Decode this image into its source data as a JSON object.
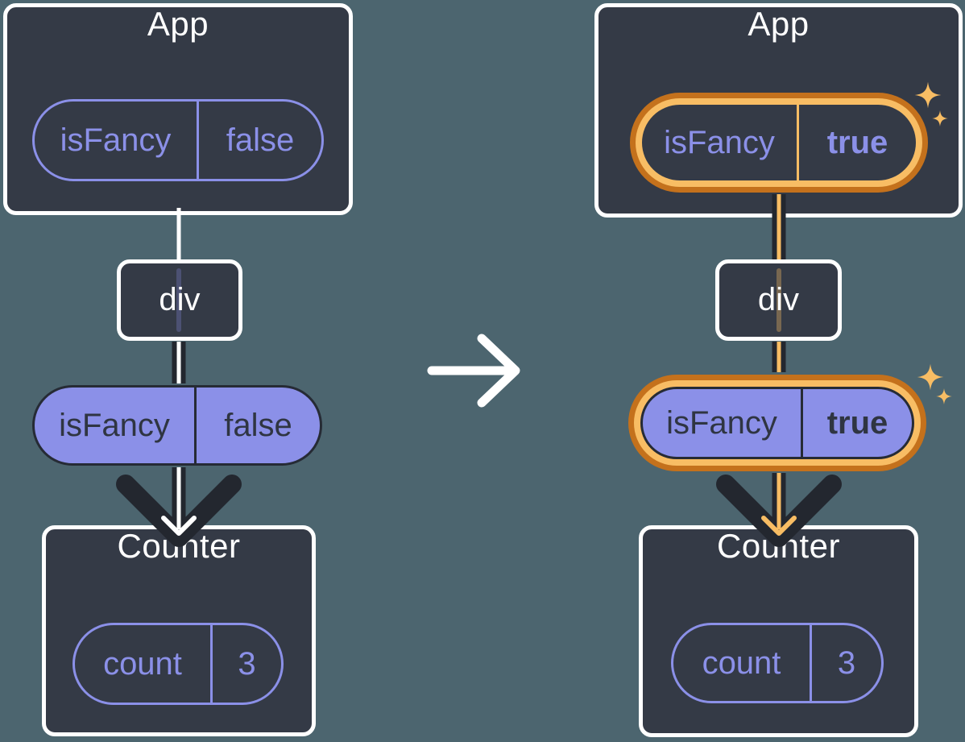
{
  "colors": {
    "background": "#4c656f",
    "node_fill": "#343a46",
    "node_border": "#ffffff",
    "purple": "#8b90e8",
    "dark_line": "#23272f",
    "pill_text_dark": "#2f3542",
    "highlight_orange": "#f8bd64",
    "highlight_orange_dark": "#c4711c"
  },
  "icons": {
    "transition_arrow": "arrow-right",
    "arrowhead": "arrow-down-chevron",
    "sparkle": "four-point-sparkle"
  },
  "before": {
    "app_title": "App",
    "app_state": {
      "key": "isFancy",
      "value": "false"
    },
    "div_label": "div",
    "prop": {
      "key": "isFancy",
      "value": "false"
    },
    "counter_title": "Counter",
    "counter_state": {
      "key": "count",
      "value": "3"
    }
  },
  "after": {
    "app_title": "App",
    "app_state": {
      "key": "isFancy",
      "value": "true"
    },
    "div_label": "div",
    "prop": {
      "key": "isFancy",
      "value": "true"
    },
    "counter_title": "Counter",
    "counter_state": {
      "key": "count",
      "value": "3"
    }
  }
}
